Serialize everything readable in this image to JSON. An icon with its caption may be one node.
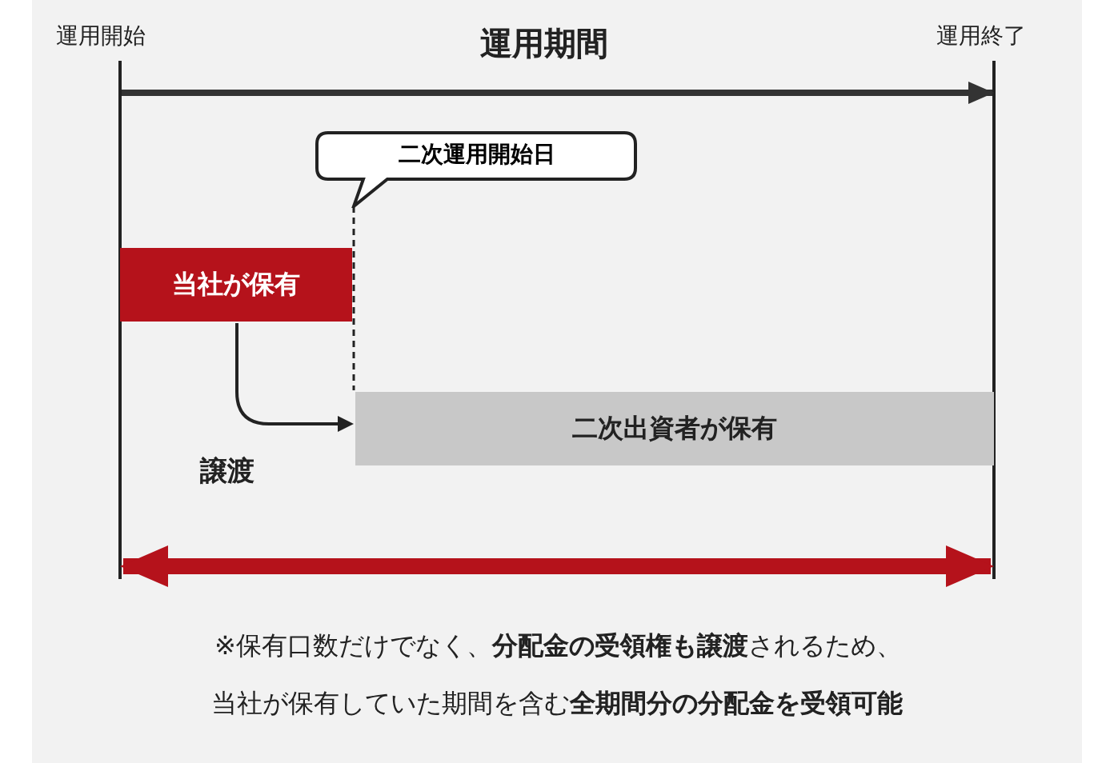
{
  "diagram": {
    "nodes": [
      {
        "text": [
          "二次運用開始日"
        ]
      },
      {
        "text": [
          "当社が保有"
        ]
      },
      {
        "text": [
          "二次出資者が保有"
        ]
      }
    ],
    "edges": [
      {
        "from": 1,
        "to": 2,
        "arrow": "to",
        "label": "譲渡"
      },
      {
        "from": 0,
        "to": 2,
        "arrow": "none",
        "style": "dashed"
      }
    ],
    "labels": [
      "運用開始",
      "運用期間",
      "運用終了",
      "※保有口数だけでなく、**分配金の受領権も譲渡**されるため、",
      "当社が保有していた期間を含む**全期間分の分配金を受領可能**"
    ]
  }
}
